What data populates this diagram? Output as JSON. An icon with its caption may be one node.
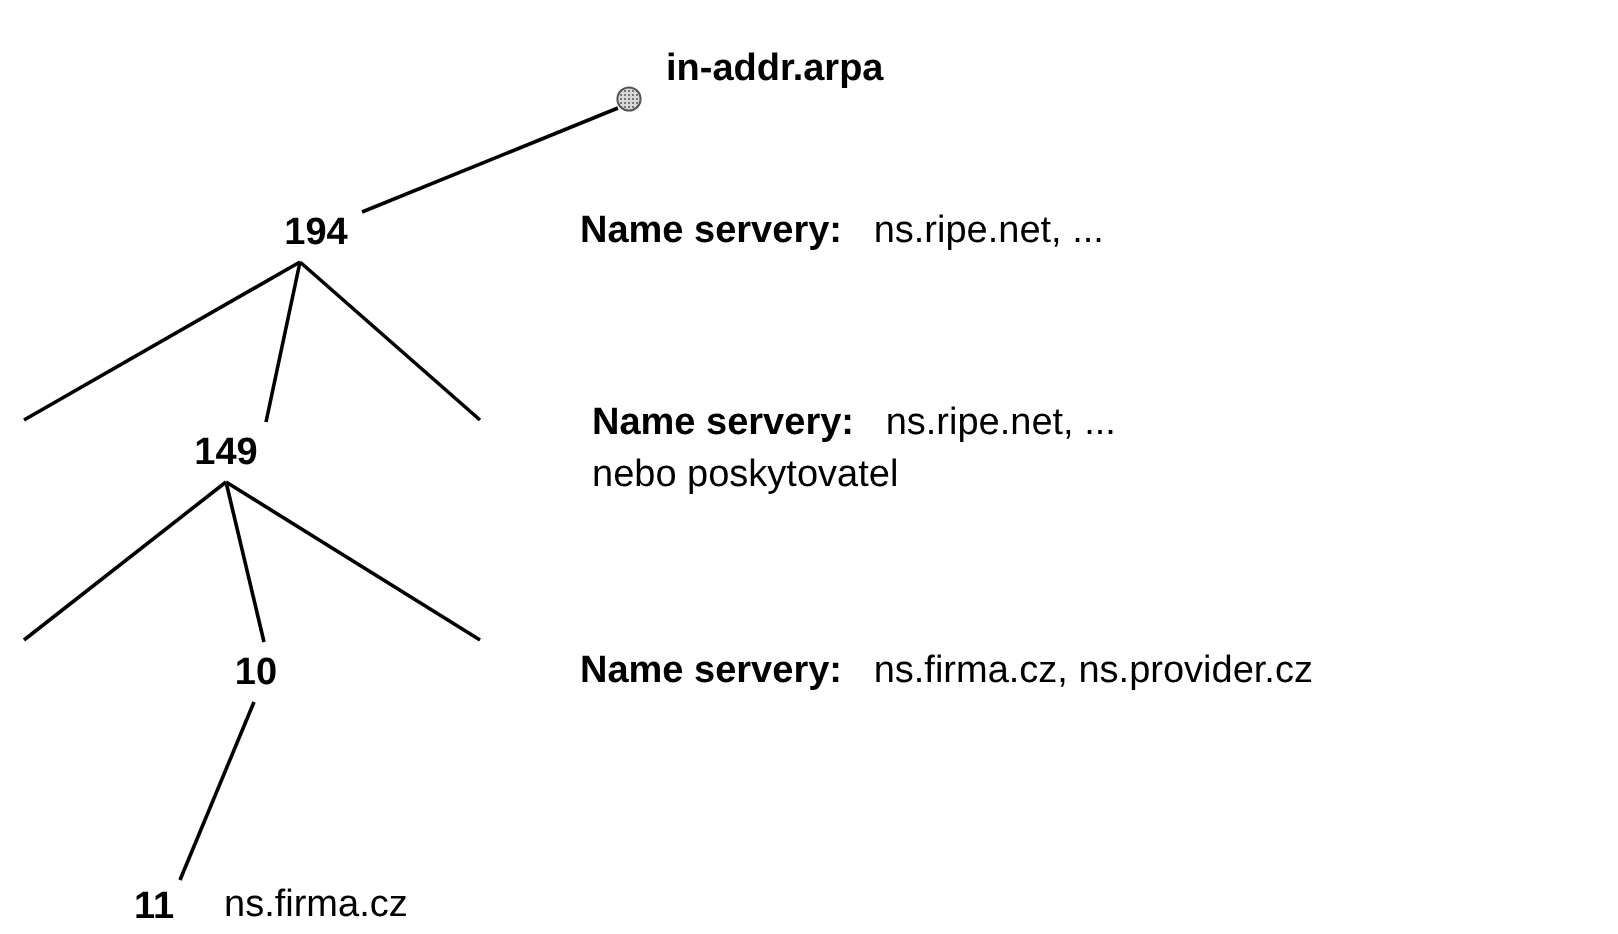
{
  "diagram": {
    "nodes": [
      {
        "text": [],
        "shape": "circle",
        "beside": [
          "in-addr.arpa"
        ]
      },
      {
        "text": [
          "194"
        ]
      },
      {
        "text": [
          "149"
        ]
      },
      {
        "text": [
          "10"
        ]
      },
      {
        "text": [
          "11"
        ],
        "beside": [
          "ns.firma.cz"
        ]
      }
    ],
    "edges": [
      {
        "from": 0,
        "to": 1,
        "arrow": "none"
      },
      {
        "from": 1,
        "to": null,
        "arrow": "none"
      },
      {
        "from": 1,
        "to": 2,
        "arrow": "none"
      },
      {
        "from": 1,
        "to": null,
        "arrow": "none"
      },
      {
        "from": 2,
        "to": null,
        "arrow": "none"
      },
      {
        "from": 2,
        "to": 3,
        "arrow": "none"
      },
      {
        "from": 2,
        "to": null,
        "arrow": "none"
      },
      {
        "from": 3,
        "to": 4,
        "arrow": "none"
      }
    ],
    "labels": [
      "**Name servery:**   ns.ripe.net, ...",
      "**Name servery:**   ns.ripe.net, ...",
      "nebo poskytovatel",
      "**Name servery:**   ns.firma.cz, ns.provider.cz"
    ]
  }
}
